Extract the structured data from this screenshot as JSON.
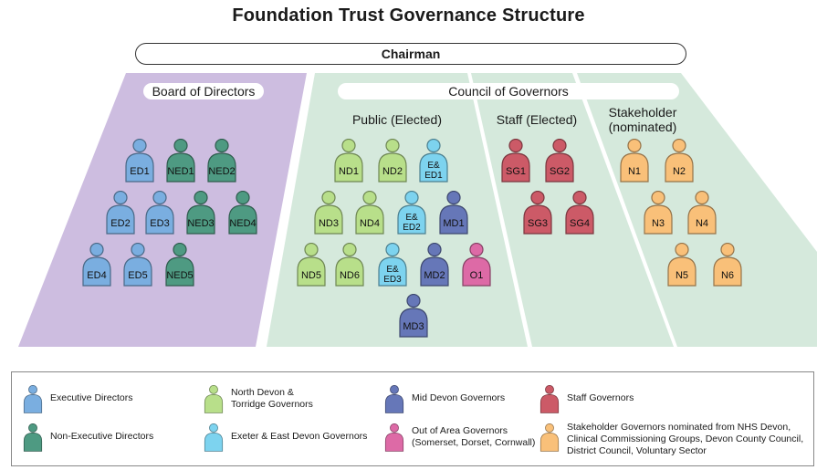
{
  "title": "Foundation Trust Governance Structure",
  "chairman": "Chairman",
  "board": {
    "label": "Board of Directors",
    "members": [
      "ED1",
      "NED1",
      "NED2",
      "ED2",
      "ED3",
      "NED3",
      "NED4",
      "ED4",
      "ED5",
      "NED5"
    ]
  },
  "council": {
    "label": "Council of Governors",
    "public": {
      "label": "Public (Elected)",
      "members": [
        "ND1",
        "ND2",
        "E& ED1",
        "ND3",
        "ND4",
        "E& ED2",
        "MD1",
        "ND5",
        "ND6",
        "E& ED3",
        "MD2",
        "O1",
        "MD3"
      ]
    },
    "staff": {
      "label": "Staff (Elected)",
      "members": [
        "SG1",
        "SG2",
        "SG3",
        "SG4"
      ]
    },
    "stakeholder": {
      "label": "Stakeholder (nominated)",
      "members": [
        "N1",
        "N2",
        "N3",
        "N4",
        "N5",
        "N6"
      ]
    }
  },
  "legend": [
    {
      "text": "Executive Directors",
      "color": "#7aaee0"
    },
    {
      "text": "North Devon &\nTorridge Governors",
      "color": "#b8df8a"
    },
    {
      "text": "Mid Devon Governors",
      "color": "#6677b8"
    },
    {
      "text": "Staff Governors",
      "color": "#cc5a67"
    },
    {
      "text": "Non-Executive Directors",
      "color": "#4e9a82"
    },
    {
      "text": "Exeter & East Devon Governors",
      "color": "#7dd3ef"
    },
    {
      "text": "Out of Area Governors\n(Somerset, Dorset, Cornwall)",
      "color": "#dd6aa6"
    },
    {
      "text": "Stakeholder Governors nominated from NHS Devon,\nClinical Commissioning Groups, Devon County Council,\nDistrict Council, Voluntary Sector",
      "color": "#f9c079"
    }
  ],
  "colors": {
    "board_bg": "#cdbde0",
    "council_bg": "#d5e9dc",
    "executive": "#7aaee0",
    "non_executive": "#4e9a82",
    "north_devon": "#b8df8a",
    "exeter": "#7dd3ef",
    "mid_devon": "#6677b8",
    "out_of_area": "#dd6aa6",
    "staff": "#cc5a67",
    "stakeholder": "#f9c079"
  }
}
